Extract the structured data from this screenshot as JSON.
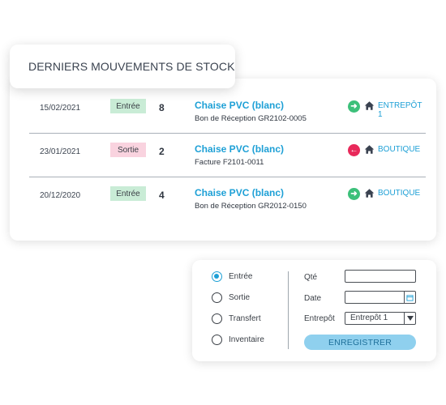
{
  "title": "DERNIERS MOUVEMENTS DE STOCK",
  "colors": {
    "accent": "#1ea0d6",
    "entree_badge_bg": "#c9ecd6",
    "sortie_badge_bg": "#f9d3df",
    "arrow_in": "#3cc07a",
    "arrow_out": "#e8295a"
  },
  "movements": [
    {
      "date": "15/02/2021",
      "type": "Entrée",
      "qty": "8",
      "product": "Chaise PVC (blanc)",
      "document": "Bon de Réception GR2102-0005",
      "direction_icon": "arrow-right-icon",
      "location": "ENTREPÔT 1"
    },
    {
      "date": "23/01/2021",
      "type": "Sortie",
      "qty": "2",
      "product": "Chaise PVC (blanc)",
      "document": "Facture F2101-0011",
      "direction_icon": "arrow-left-icon",
      "location": "BOUTIQUE"
    },
    {
      "date": "20/12/2020",
      "type": "Entrée",
      "qty": "4",
      "product": "Chaise PVC (blanc)",
      "document": "Bon de Réception GR2012-0150",
      "direction_icon": "arrow-right-icon",
      "location": "BOUTIQUE"
    }
  ],
  "form": {
    "options": [
      {
        "label": "Entrée",
        "checked": true
      },
      {
        "label": "Sortie",
        "checked": false
      },
      {
        "label": "Transfert",
        "checked": false
      },
      {
        "label": "Inventaire",
        "checked": false
      }
    ],
    "qty_label": "Qté",
    "qty_value": "",
    "date_label": "Date",
    "date_value": "",
    "warehouse_label": "Entrepôt",
    "warehouse_selected": "Entrepôt 1",
    "submit_label": "ENREGISTRER"
  }
}
